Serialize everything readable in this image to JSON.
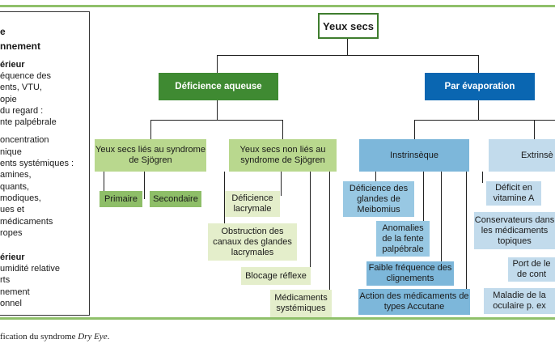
{
  "sidebar": {
    "title_lines": [
      "e",
      "nnement"
    ],
    "section1_heading": "érieur",
    "section1_items": [
      "équence des",
      "ents, VTU,",
      "opie",
      "du regard :",
      "nte palpébrale",
      "",
      "oncentration",
      "nique",
      "ents systémiques :",
      "amines,",
      "quants,",
      "modiques,",
      "ues et",
      " médicaments",
      "ropes"
    ],
    "section2_heading": "érieur",
    "section2_items": [
      "umidité relative",
      "rts",
      "nement",
      "onnel"
    ]
  },
  "diagram": {
    "root": "Yeux secs",
    "aqueous": "Déficience aqueuse",
    "evaporative": "Par évaporation",
    "sjogren": "Yeux secs liés au syndrome de Sjögren",
    "primaire": "Primaire",
    "secondaire": "Secondaire",
    "non_sjogren": "Yeux secs non liés au syndrome de Sjögren",
    "lacrymale": "Déficience lacrymale",
    "obstruction": "Obstruction des canaux des glandes lacrymales",
    "blocage": "Blocage réflexe",
    "medicaments_sys": "Médicaments systémiques",
    "intrinseque": "Instrinsèque",
    "meibomius": "Déficience des glandes de Meibomius",
    "anomalies": "Anomalies de la fente palpébrale",
    "faible": "Faible fréquence des clignements",
    "accutane": "Action des médicaments de types Accutane",
    "extrinseque": "Extrinsè",
    "vitamine": "Déficit en vitamine A",
    "conservateurs": "Conservateurs dans les médicaments topiques",
    "port": "Port de le de cont",
    "maladie": "Maladie de la oculaire p. ex"
  },
  "caption": {
    "prefix": "fication du syndrome ",
    "emph": "Dry Eye",
    "suffix": "."
  },
  "colors": {
    "accent_green": "#3f8a32",
    "accent_blue": "#0a66b1",
    "light_green": "#b9d88e",
    "light_blue": "#7db7da"
  }
}
